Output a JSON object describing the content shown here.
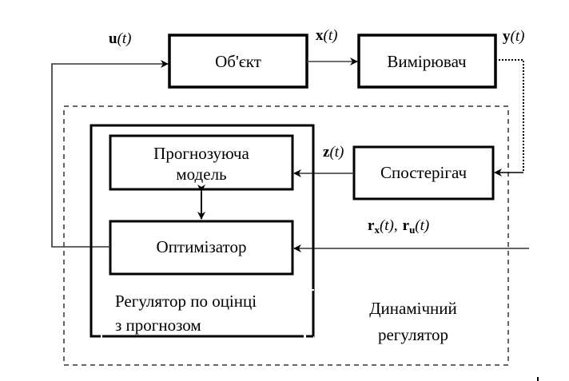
{
  "diagram": {
    "blocks": {
      "object": "Об'єкт",
      "meter": "Вимірювач",
      "predictive_model_line1": "Прогнозуюча",
      "predictive_model_line2": "модель",
      "optimizer": "Оптимізатор",
      "observer": "Спостерігач"
    },
    "groups": {
      "mpc_regulator_line1": "Регулятор по оцінці",
      "mpc_regulator_line2": "з прогнозом",
      "dynamic_regulator_line1": "Динамічний",
      "dynamic_regulator_line2": "регулятор"
    },
    "signals": {
      "u": {
        "symbol": "u",
        "arg": "(t)"
      },
      "x": {
        "symbol": "x",
        "arg": "(t)"
      },
      "y": {
        "symbol": "y",
        "arg": "(t)"
      },
      "z": {
        "symbol": "z",
        "arg": "(t)"
      },
      "r": {
        "r1": "r",
        "sub1": "x",
        "arg1": "(t),",
        "r2": "r",
        "sub2": "u",
        "arg2": "(t)"
      }
    }
  }
}
